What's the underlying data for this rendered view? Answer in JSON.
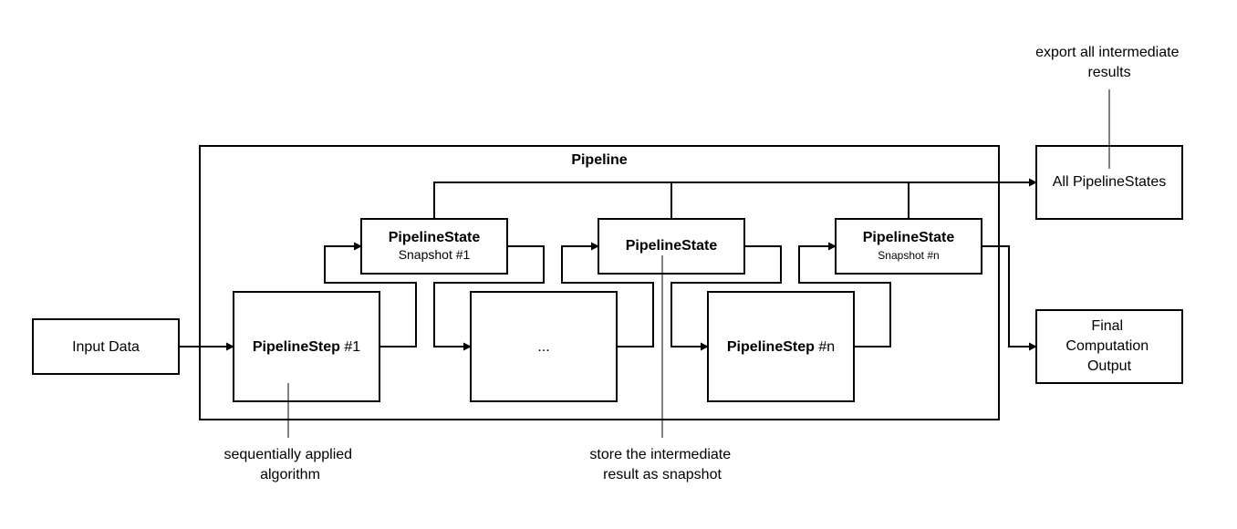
{
  "diagram": {
    "pipeline_title": "Pipeline",
    "input_label": "Input Data",
    "all_states_label": "All PipelineStates",
    "final_output_lines": [
      "Final",
      "Computation",
      "Output"
    ],
    "step1": {
      "name": "PipelineStep",
      "suffix": " #1"
    },
    "step_middle": {
      "label": "..."
    },
    "step_n": {
      "name": "PipelineStep",
      "suffix": " #n"
    },
    "state1": {
      "title": "PipelineState",
      "subtitle": "Snapshot #1"
    },
    "state_middle": {
      "title": "PipelineState"
    },
    "state_n": {
      "title": "PipelineState",
      "subtitle": "Snapshot #n"
    },
    "annotations": {
      "export_lines": [
        "export all intermediate",
        "results"
      ],
      "algorithm_lines": [
        "sequentially applied",
        "algorithm"
      ],
      "snapshot_lines": [
        "store the intermediate",
        "result as snapshot"
      ]
    }
  }
}
